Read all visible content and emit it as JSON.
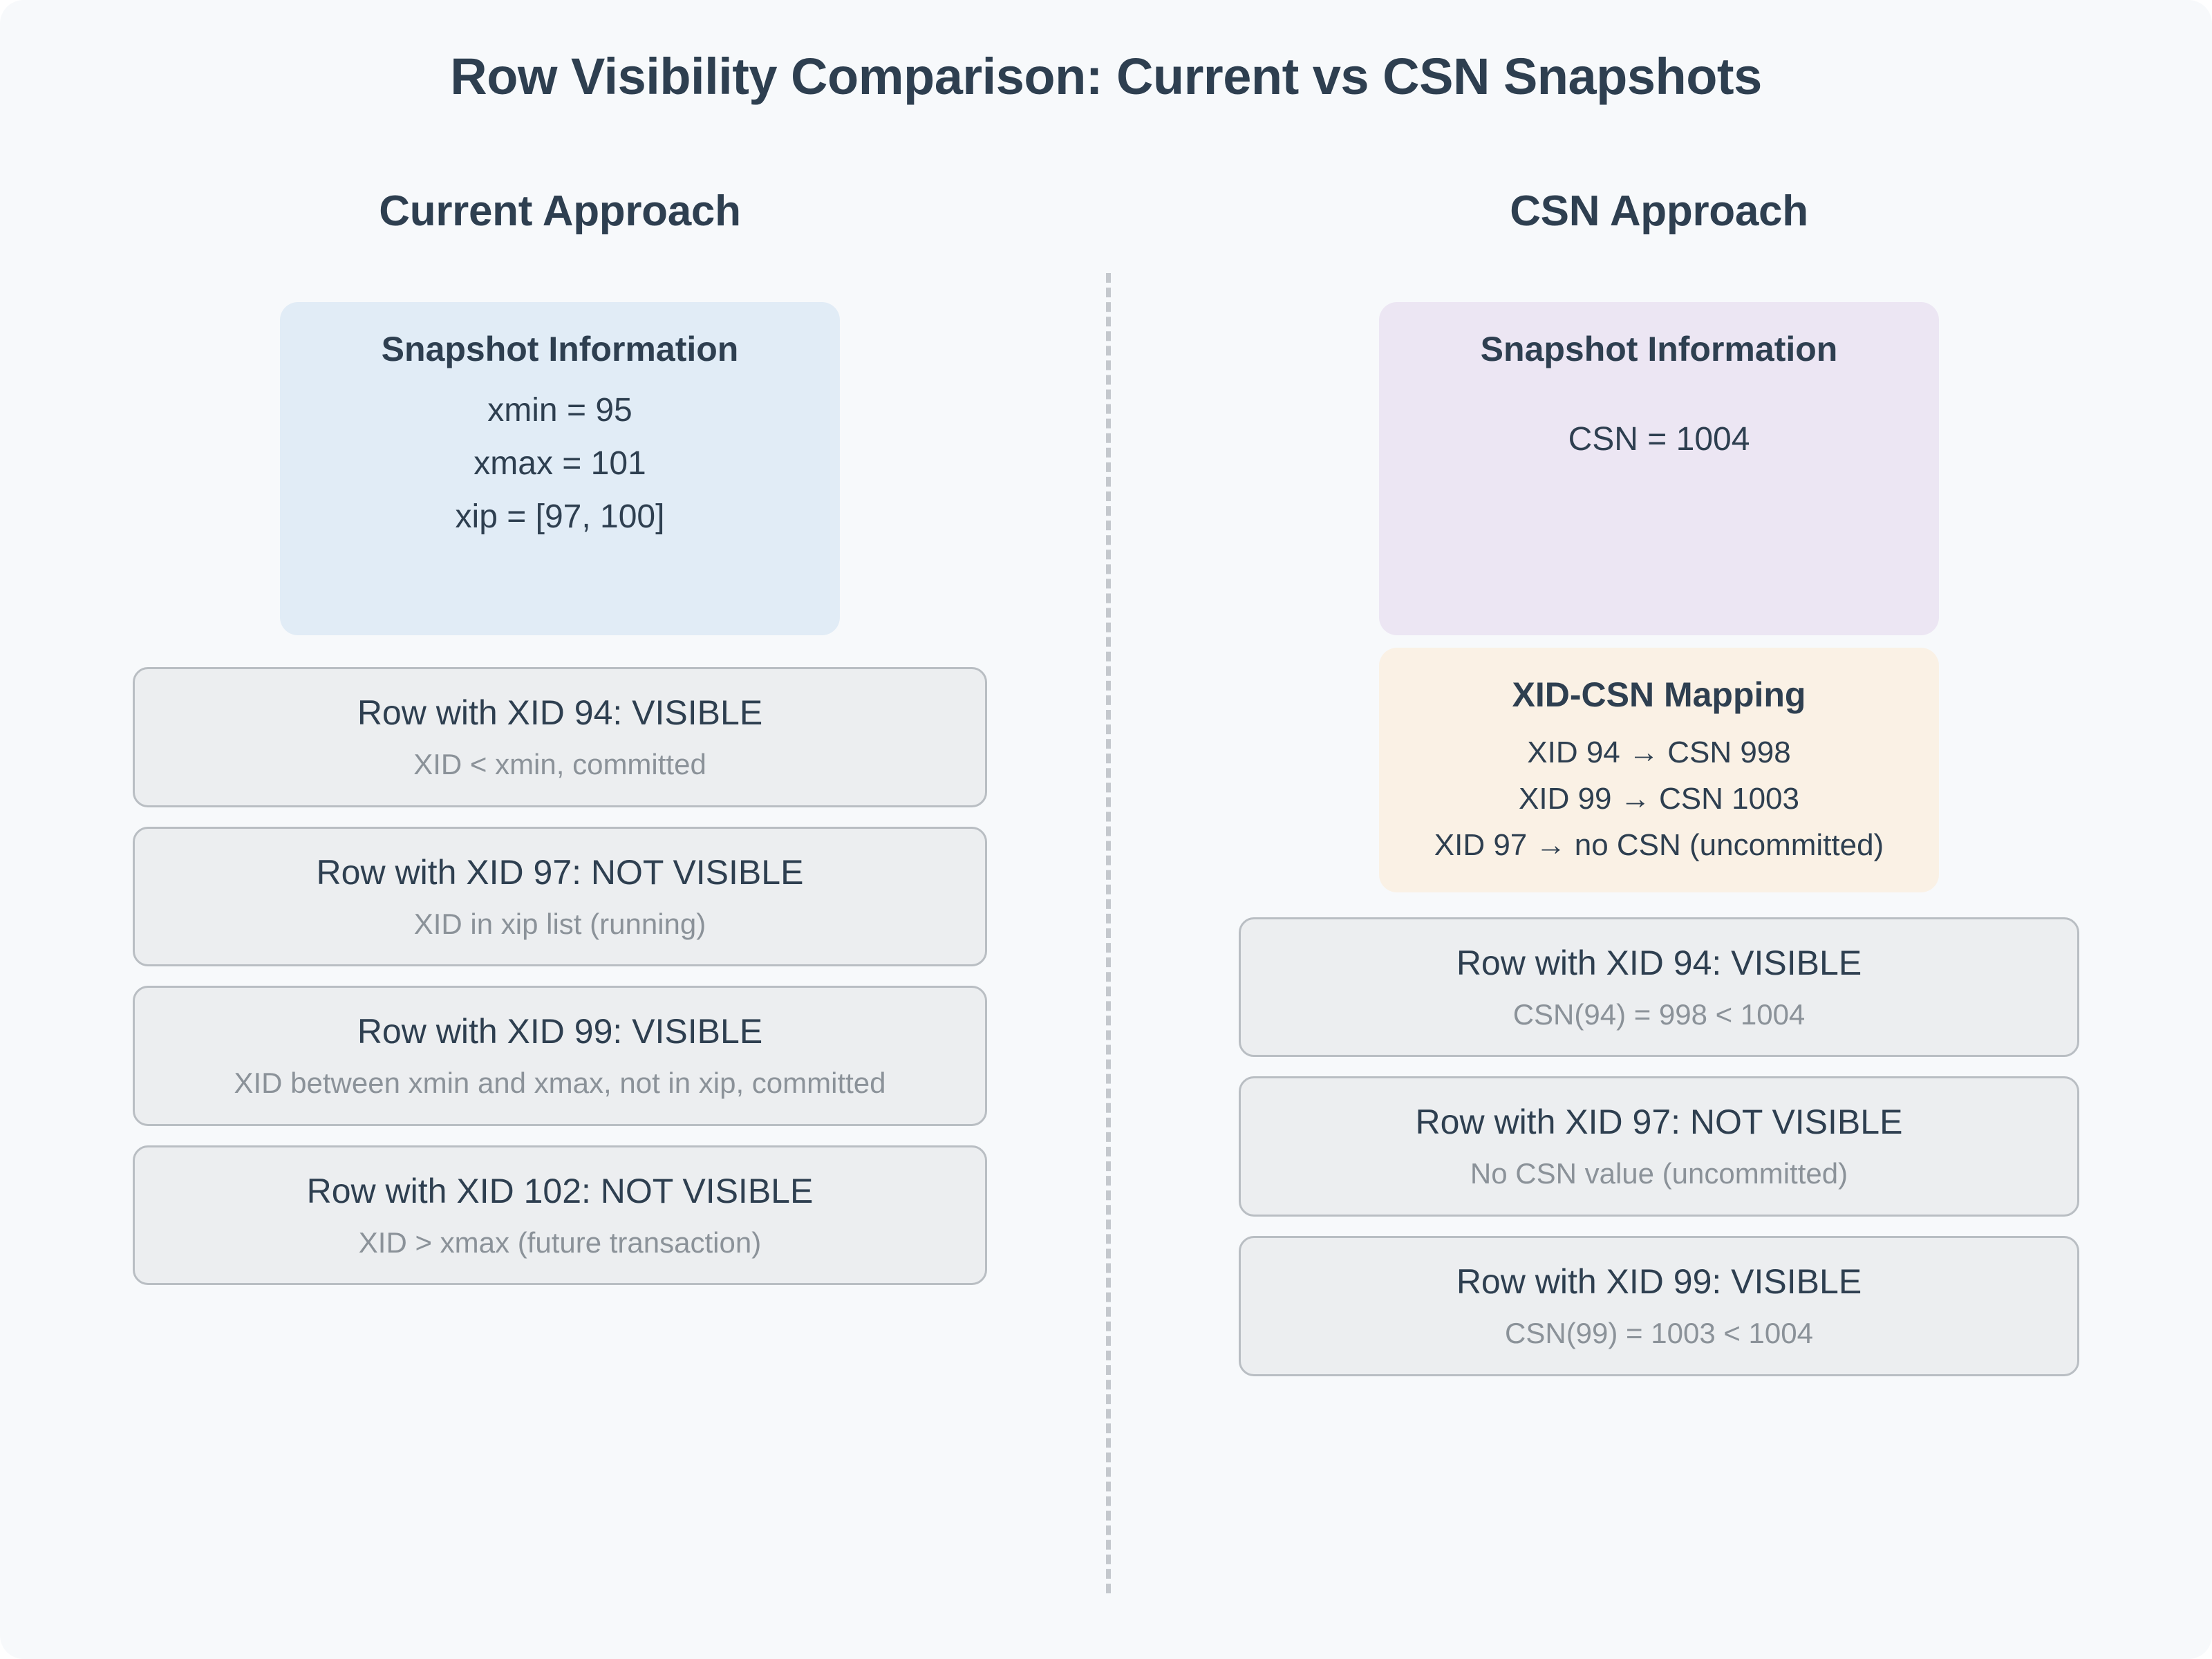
{
  "title": "Row Visibility Comparison: Current vs CSN Snapshots",
  "divider": {
    "style": "dashed-vertical",
    "color": "#c4c8cd"
  },
  "colors": {
    "page_background": "#f7f9fb",
    "heading_text": "#2e3f50",
    "muted_text": "#8b9299",
    "snapshot_current_bg": "#e1ecf6",
    "snapshot_csn_bg": "#ece6f3",
    "mapping_bg": "#faf1e5",
    "row_card_bg": "#eceef0",
    "row_card_border": "#b9bec3"
  },
  "columns": [
    {
      "id": "current",
      "heading": "Current Approach",
      "panels": [
        {
          "id": "snapshot-current",
          "title": "Snapshot Information",
          "lines": [
            "xmin = 95",
            "xmax = 101",
            "xip = [97, 100]"
          ]
        }
      ],
      "rows": [
        {
          "title": "Row with XID 94: VISIBLE",
          "reason": "XID < xmin, committed"
        },
        {
          "title": "Row with XID 97: NOT VISIBLE",
          "reason": "XID in xip list (running)"
        },
        {
          "title": "Row with XID 99: VISIBLE",
          "reason": "XID between xmin and xmax, not in xip, committed"
        },
        {
          "title": "Row with XID 102: NOT VISIBLE",
          "reason": "XID > xmax (future transaction)"
        }
      ]
    },
    {
      "id": "csn",
      "heading": "CSN Approach",
      "panels": [
        {
          "id": "snapshot-csn",
          "title": "Snapshot Information",
          "lines": [
            "CSN = 1004"
          ]
        },
        {
          "id": "xid-csn-mapping",
          "title": "XID-CSN Mapping",
          "lines": [
            "XID 94 → CSN 998",
            "XID 99 → CSN 1003",
            "XID 97 → no CSN (uncommitted)"
          ]
        }
      ],
      "rows": [
        {
          "title": "Row with XID 94: VISIBLE",
          "reason": "CSN(94) = 998 < 1004"
        },
        {
          "title": "Row with XID 97: NOT VISIBLE",
          "reason": "No CSN value (uncommitted)"
        },
        {
          "title": "Row with XID 99: VISIBLE",
          "reason": "CSN(99) = 1003 < 1004"
        }
      ]
    }
  ]
}
